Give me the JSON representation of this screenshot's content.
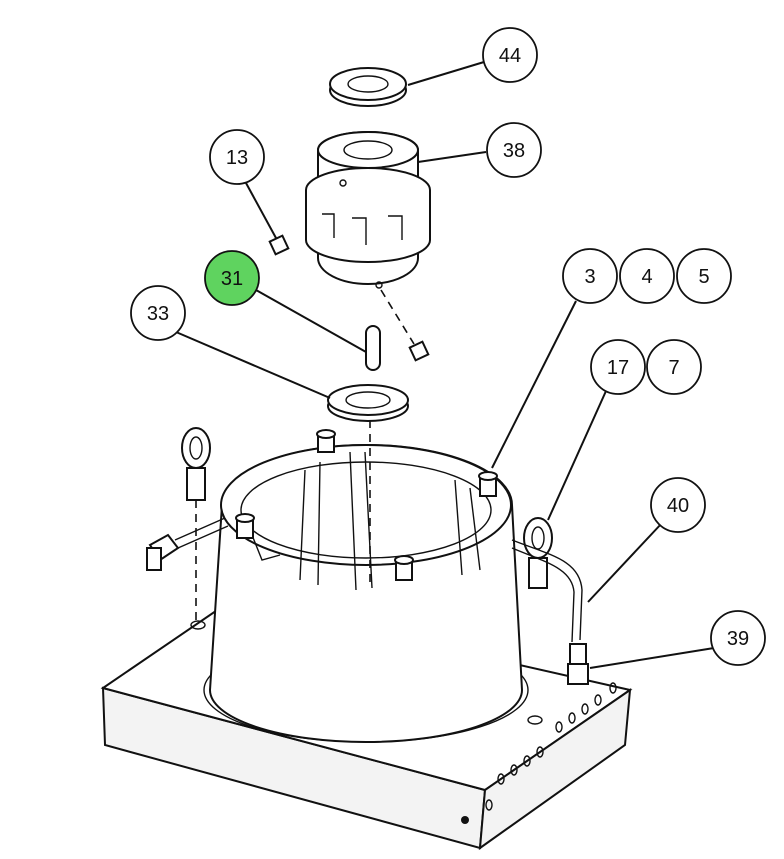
{
  "callouts": [
    {
      "id": "44",
      "label": "44",
      "highlight": false
    },
    {
      "id": "38",
      "label": "38",
      "highlight": false
    },
    {
      "id": "13",
      "label": "13",
      "highlight": false
    },
    {
      "id": "31",
      "label": "31",
      "highlight": true
    },
    {
      "id": "33",
      "label": "33",
      "highlight": false
    },
    {
      "id": "3",
      "label": "3",
      "highlight": false
    },
    {
      "id": "4",
      "label": "4",
      "highlight": false
    },
    {
      "id": "5",
      "label": "5",
      "highlight": false
    },
    {
      "id": "17",
      "label": "17",
      "highlight": false
    },
    {
      "id": "7",
      "label": "7",
      "highlight": false
    },
    {
      "id": "40",
      "label": "40",
      "highlight": false
    },
    {
      "id": "39",
      "label": "39",
      "highlight": false
    }
  ],
  "colors": {
    "highlight_fill": "#5fd35f",
    "bubble_fill": "#ffffff",
    "ink": "#111111"
  }
}
